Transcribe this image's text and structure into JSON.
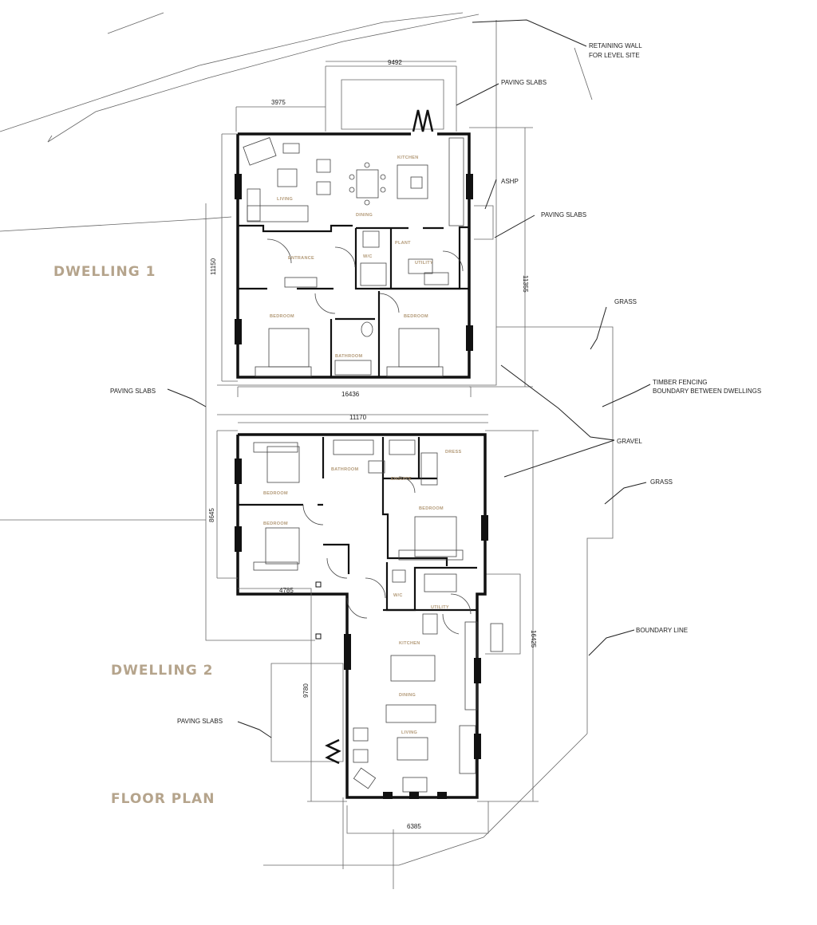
{
  "titles": {
    "dwelling1": "DWELLING 1",
    "dwelling2": "DWELLING 2",
    "floor_plan": "FLOOR PLAN"
  },
  "annotations": {
    "retaining_wall_1": "RETAINING WALL",
    "retaining_wall_2": "FOR LEVEL SITE",
    "paving_top": "PAVING SLABS",
    "ashp": "ASHP",
    "paving_right": "PAVING SLABS",
    "grass_top": "GRASS",
    "timber_1": "TIMBER FENCING",
    "timber_2": "BOUNDARY BETWEEN DWELLINGS",
    "paving_left": "PAVING SLABS",
    "gravel": "GRAVEL",
    "grass_mid": "GRASS",
    "boundary": "BOUNDARY LINE",
    "paving_bottom": "PAVING SLABS"
  },
  "dimensions": {
    "d1_top": "9492",
    "d1_top_left": "3975",
    "d1_left": "11150",
    "d1_right": "11355",
    "d1_bottom": "16436",
    "d2_top": "11170",
    "d2_left": "8645",
    "d2_step": "4785",
    "d2_right": "16425",
    "d2_lower_left": "9780",
    "d2_bottom": "6385"
  },
  "rooms_d1": {
    "living": "LIVING",
    "dining": "DINING",
    "kitchen": "KITCHEN",
    "entrance": "ENTRANCE",
    "wc": "W/C",
    "plant": "PLANT",
    "utility": "UTILITY",
    "bedroom_left": "BEDROOM",
    "bathroom": "BATHROOM",
    "bedroom_right": "BEDROOM"
  },
  "rooms_d2": {
    "bedroom_tl": "BEDROOM",
    "bathroom": "BATHROOM",
    "ensuite": "ENSUITE",
    "dress": "DRESS",
    "bedroom_right": "BEDROOM",
    "bedroom_bl": "BEDROOM",
    "wc": "W/C",
    "utility": "UTILITY",
    "kitchen": "KITCHEN",
    "dining": "DINING",
    "living": "LIVING"
  }
}
